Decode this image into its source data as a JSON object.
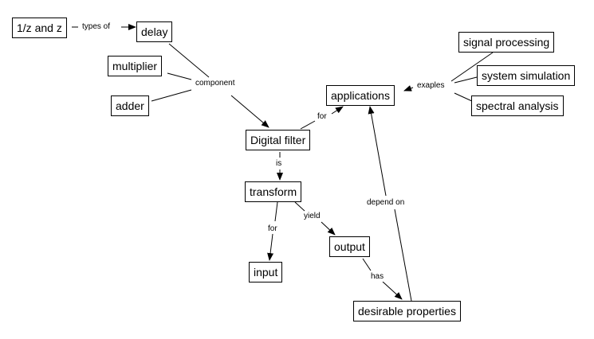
{
  "nodes": {
    "z_inverse": "1/z and z",
    "delay": "delay",
    "multiplier": "multiplier",
    "adder": "adder",
    "digital_filter": "Digital filter",
    "applications": "applications",
    "signal_processing": "signal processing",
    "system_simulation": "system simulation",
    "spectral_analysis": "spectral analysis",
    "transform": "transform",
    "input": "input",
    "output": "output",
    "desirable_properties": "desirable properties"
  },
  "links": {
    "types_of": "types of",
    "component": "component",
    "for_applications": "for",
    "exaples": "exaples",
    "is": "is",
    "for_input": "for",
    "yield": "yield",
    "depend_on": "depend on",
    "has": "has"
  }
}
